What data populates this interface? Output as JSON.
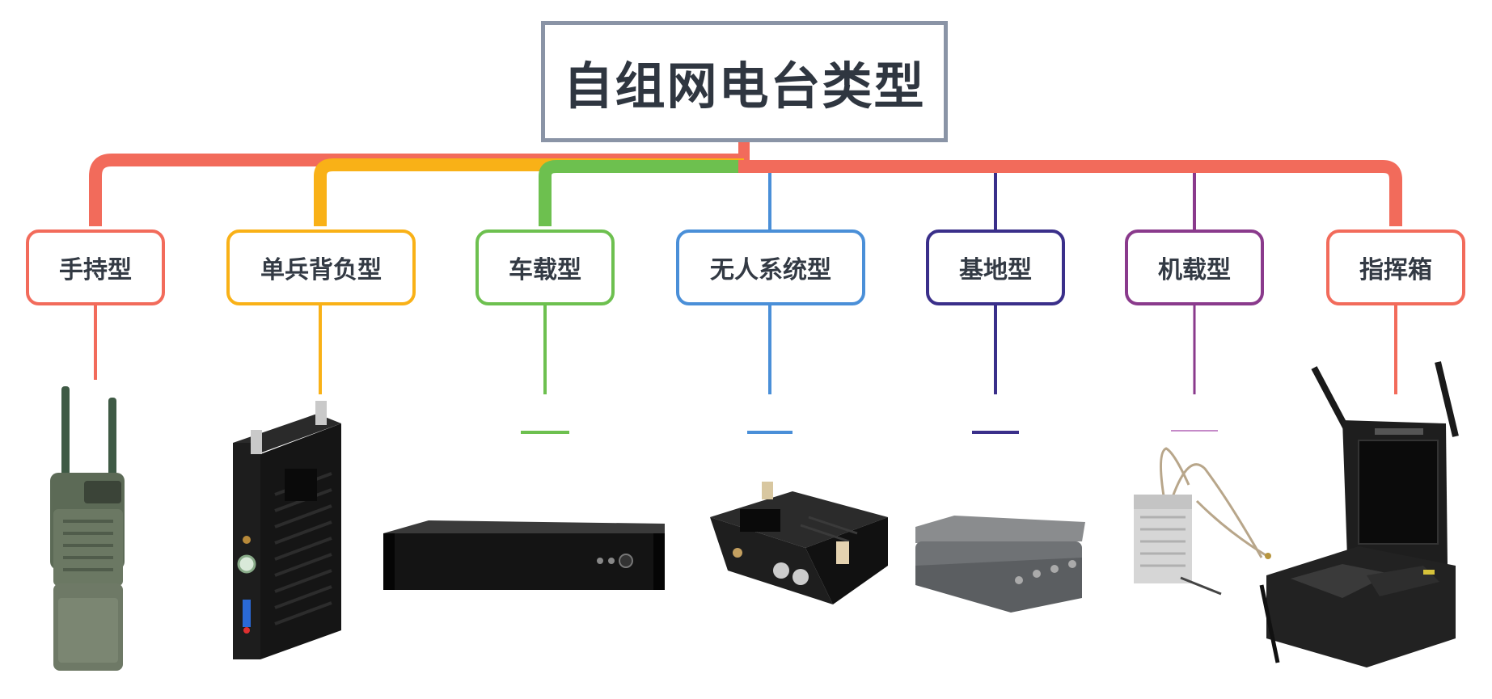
{
  "title": "自组网电台类型",
  "colors": {
    "root_border": "#8a94a6",
    "red": "#f26b5b",
    "orange": "#f9b117",
    "green": "#6dc04f",
    "blue": "#4a8fd8",
    "navy": "#3a2f8a",
    "purple": "#8a3a8c"
  },
  "categories": [
    {
      "label": "手持型",
      "color": "#f26b5b",
      "device": "handheld-radio"
    },
    {
      "label": "单兵背负型",
      "color": "#f9b117",
      "device": "manpack-radio"
    },
    {
      "label": "车载型",
      "color": "#6dc04f",
      "device": "rackmount-vehicle-radio"
    },
    {
      "label": "无人系统型",
      "color": "#4a8fd8",
      "device": "uav-radio-module"
    },
    {
      "label": "基地型",
      "color": "#3a2f8a",
      "device": "base-station-radio"
    },
    {
      "label": "机载型",
      "color": "#8a3a8c",
      "device": "airborne-radio-module"
    },
    {
      "label": "指挥箱",
      "color": "#f26b5b",
      "device": "command-case"
    }
  ]
}
